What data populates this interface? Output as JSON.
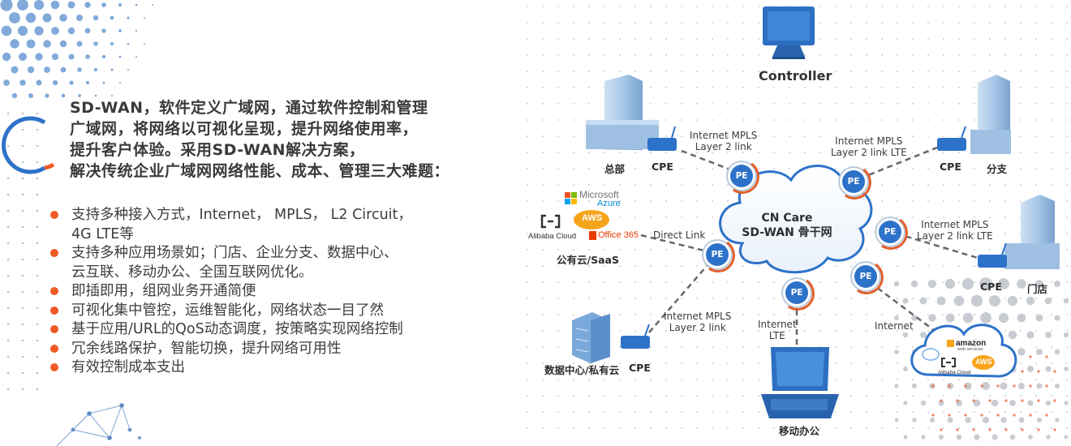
{
  "headline": [
    "SD-WAN，软件定义广域网，通过软件控制和管理",
    "广域网，将网络以可视化呈现，提升网络使用率，",
    "提升客户体验。采用SD-WAN解决方案，",
    "解决传统企业广域网网络性能、成本、管理三大难题："
  ],
  "bullets": [
    [
      "支持多种接入方式，Internet，  MPLS，  L2 Circuit，",
      "4G LTE等"
    ],
    [
      "支持多种应用场景如；门店、企业分支、数据中心、",
      "云互联、移动办公、全国互联网优化。"
    ],
    [
      "即插即用，组网业务开通简便"
    ],
    [
      "可视化集中管控，运维智能化，网络状态一目了然"
    ],
    [
      "基于应用/URL的QoS动态调度，按策略实现网络控制"
    ],
    [
      "冗余线路保护，智能切换，提升网络可用性"
    ],
    [
      "有效控制成本支出"
    ]
  ],
  "diagram": {
    "controller": "Controller",
    "cloud": {
      "line1": "CN Care",
      "line2": "SD-WAN 骨干网"
    },
    "pe_label": "PE",
    "hq": {
      "site": "总部",
      "cpe": "CPE",
      "link1": "Internet MPLS",
      "link2": "Layer 2 link"
    },
    "branch": {
      "site": "分支",
      "cpe": "CPE",
      "link1": "Internet MPLS",
      "link2": "Layer 2 link LTE"
    },
    "store": {
      "site": "门店",
      "cpe": "CPE",
      "link1": "Internet MPLS",
      "link2": "Layer 2 link LTE"
    },
    "saas": {
      "label": "公有云/SaaS",
      "link": "Direct Link"
    },
    "dc": {
      "label": "数据中心/私有云",
      "cpe": "CPE",
      "link1": "Internet MPLS",
      "link2": "Layer 2 link"
    },
    "mobile": {
      "label": "移动办公",
      "link1": "Internet",
      "link2": "LTE"
    },
    "cloud_internet": {
      "link": "Internet"
    }
  },
  "logos": {
    "microsoft": "Microsoft",
    "azure": "Azure",
    "aws": "AWS",
    "alibaba": "Alibaba Cloud",
    "office": "Office 365",
    "amazon": "amazon",
    "amazon_sub": "web services",
    "alibaba_cloud": "Alibaba Cloud",
    "aws2": "AWS"
  },
  "colors": {
    "accent_orange": "#ee5a24",
    "pe_blue": "#2d72c9",
    "building_blue": "#8fb8e0",
    "dot_blue": "#6b9bd2",
    "text_dark": "#3a3a3a"
  }
}
